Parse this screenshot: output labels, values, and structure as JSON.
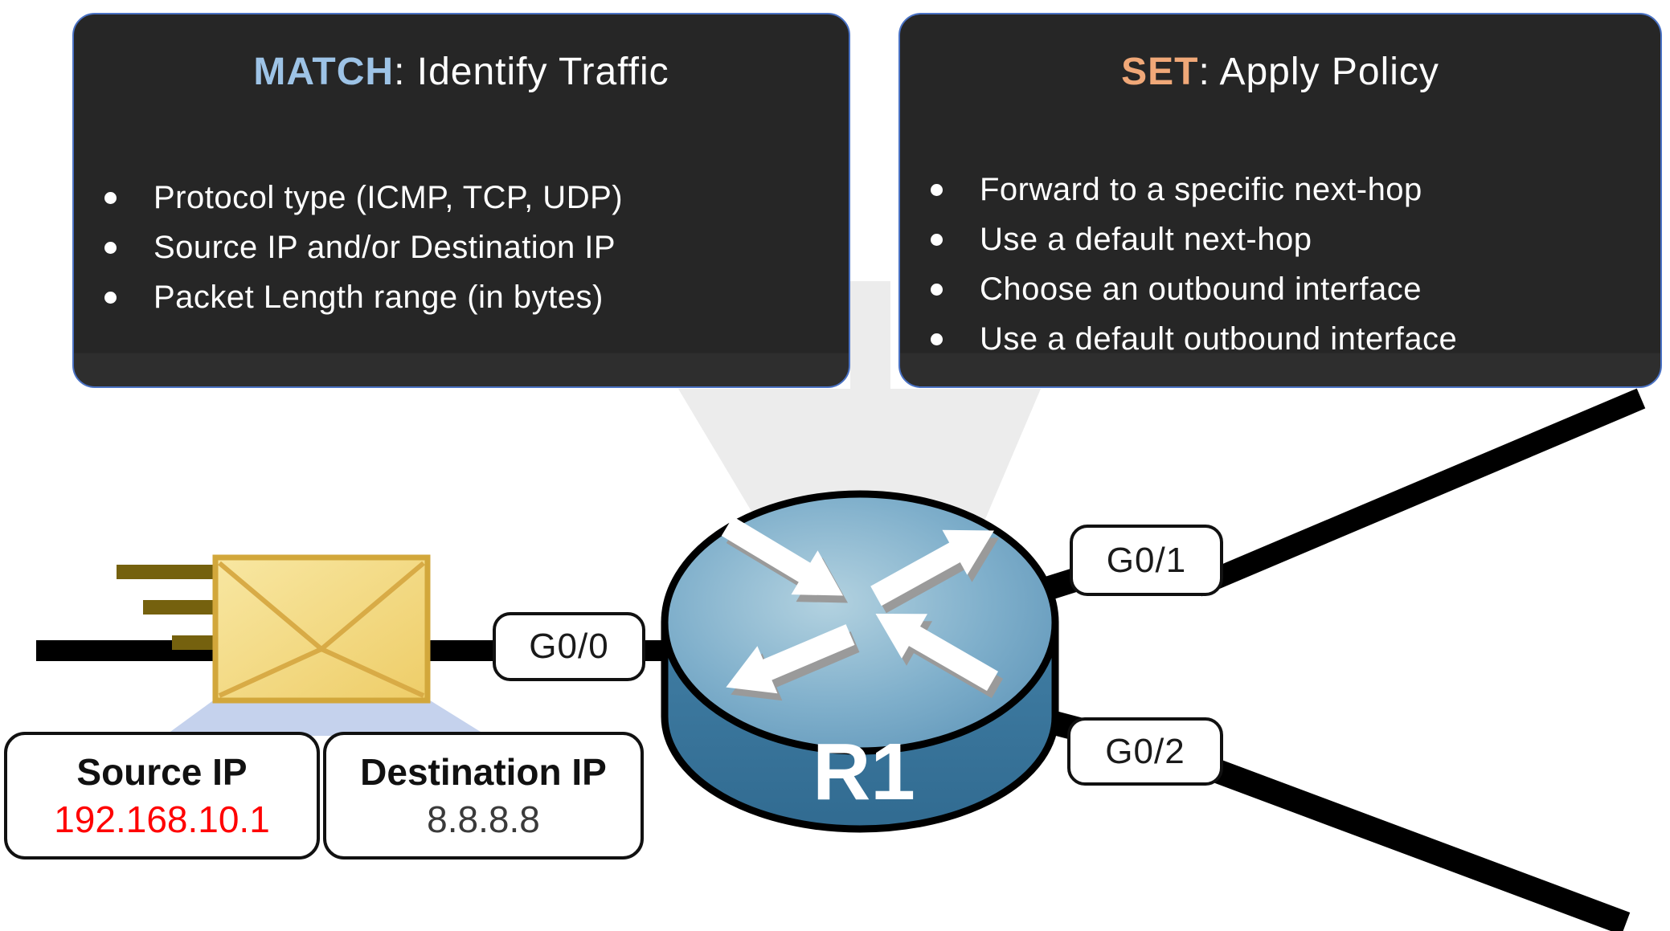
{
  "boxes": {
    "match": {
      "keyword": "MATCH",
      "title_rest": ": Identify Traffic",
      "keyword_color": "#9DC3E6",
      "bullets": [
        "Protocol type (ICMP, TCP, UDP)",
        "Source IP and/or Destination IP",
        "Packet Length range (in bytes)"
      ]
    },
    "set": {
      "keyword": "SET",
      "title_rest": ": Apply Policy",
      "keyword_color": "#F0A878",
      "bullets": [
        "Forward to a specific next-hop",
        "Use a default next-hop",
        "Choose an outbound interface",
        "Use a default outbound interface"
      ]
    }
  },
  "router": {
    "label": "R1"
  },
  "interfaces": [
    {
      "label": "G0/0"
    },
    {
      "label": "G0/1"
    },
    {
      "label": "G0/2"
    }
  ],
  "packet": {
    "source": {
      "label": "Source IP",
      "value": "192.168.10.1",
      "value_color": "#FF0000"
    },
    "destination": {
      "label": "Destination IP",
      "value": "8.8.8.8",
      "value_color": "#3A3A3A"
    }
  },
  "colors": {
    "dark_box_bg": "#262626",
    "dark_box_border": "#4A72C4",
    "funnel_gray": "#ECECEC",
    "funnel_blue": "#C5D2ED",
    "link_black": "#000000",
    "router_blue": "#4C89AE",
    "envelope_gold": "#F2D87E",
    "envelope_border": "#D2A73B",
    "speed_line_brown": "#75610E"
  }
}
